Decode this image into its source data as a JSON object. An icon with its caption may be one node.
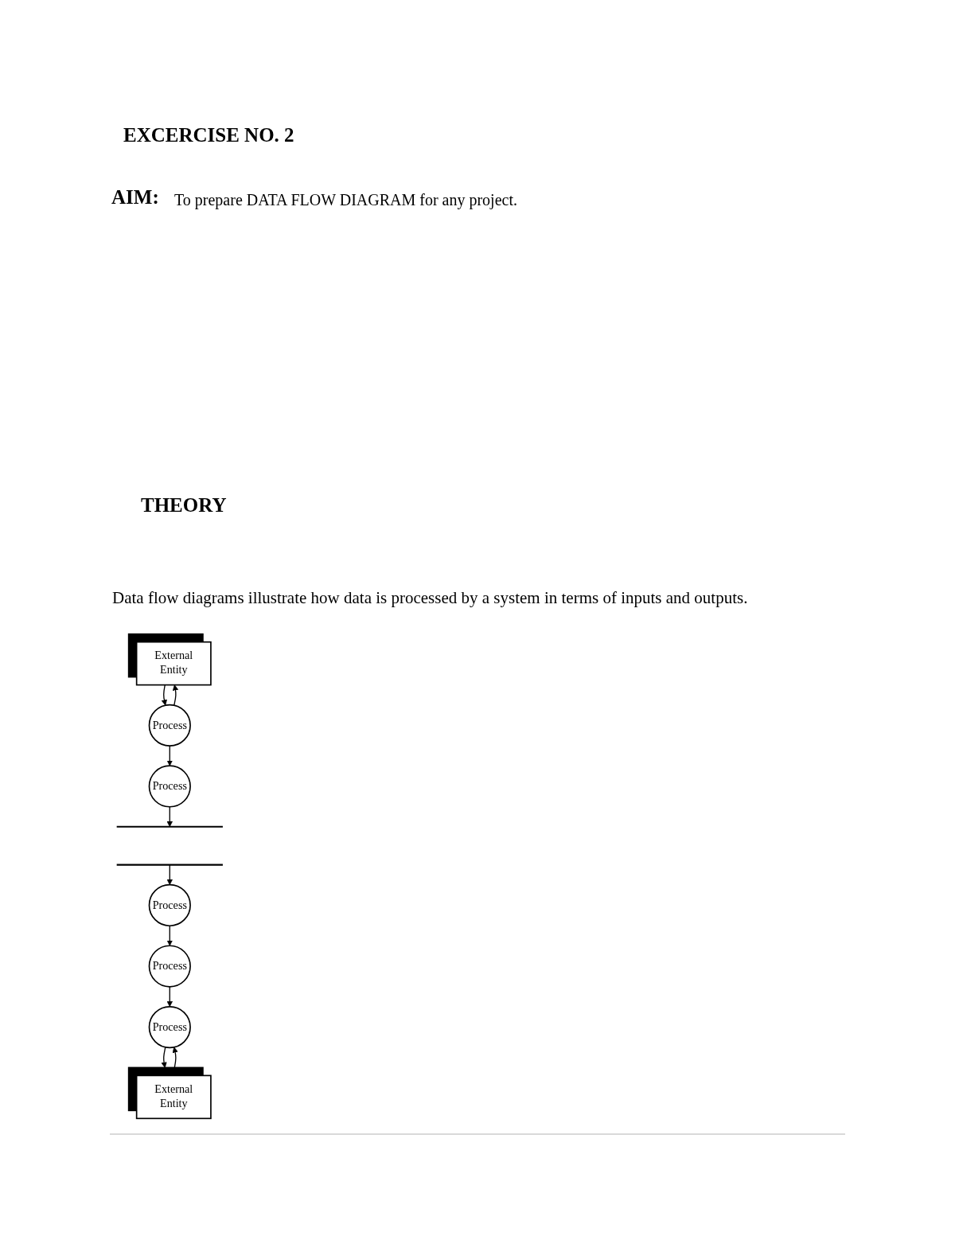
{
  "diagram": {
    "title": "EXCERCISE NO. 2",
    "nodes": [
      {
        "text": [
          "External Entity"
        ]
      },
      {
        "text": [
          "Process"
        ]
      },
      {
        "text": [
          "Process"
        ]
      },
      {
        "text": [
          "Process"
        ]
      },
      {
        "text": [],
        "shape": "box"
      },
      {
        "text": [
          "Process"
        ]
      },
      {
        "text": [
          "Process"
        ]
      },
      {
        "text": [
          "External Entity"
        ]
      }
    ],
    "edges": [
      {
        "from": 0,
        "to": 1,
        "arrow": "to"
      },
      {
        "from": 1,
        "to": 0,
        "arrow": "to"
      },
      {
        "from": 1,
        "to": 3,
        "arrow": "to"
      },
      {
        "from": 3,
        "to": 4,
        "arrow": "to"
      },
      {
        "from": 4,
        "to": 6,
        "arrow": "to"
      },
      {
        "from": 6,
        "to": 2,
        "arrow": "to"
      },
      {
        "from": 2,
        "to": 5,
        "arrow": "to"
      },
      {
        "from": 7,
        "to": 5,
        "arrow": "to"
      },
      {
        "from": 5,
        "to": 7,
        "arrow": "to"
      }
    ],
    "labels": [
      "AIM:",
      "To prepare DATA FLOW DIAGRAM for any project.",
      "THEORY",
      "Data flow diagrams illustrate how data is processed by a system in terms of inputs and outputs."
    ]
  }
}
